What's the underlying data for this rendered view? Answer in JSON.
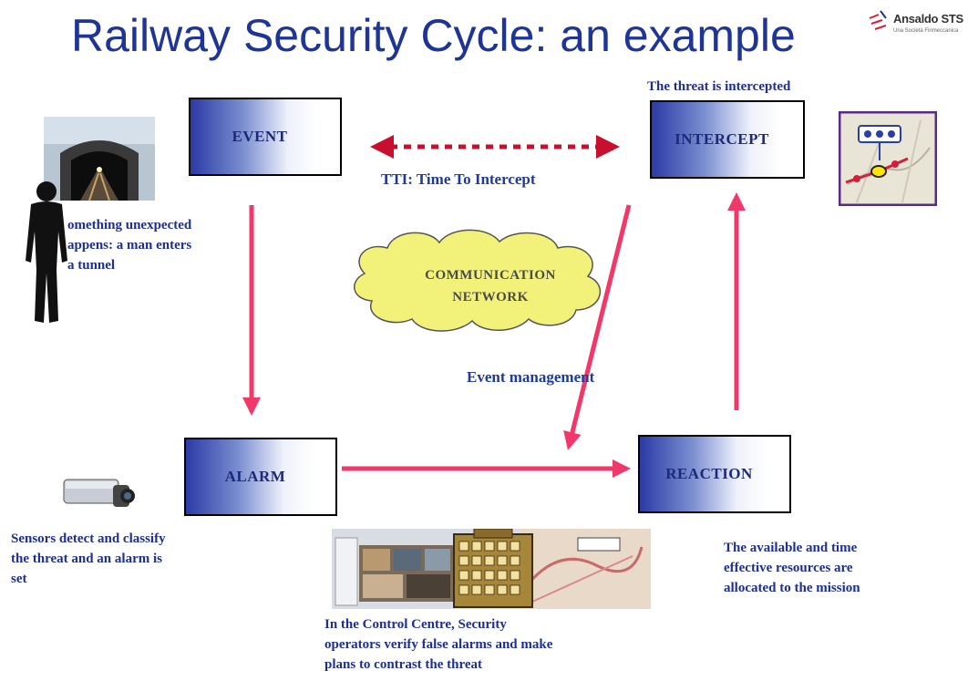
{
  "title": "Railway Security Cycle: an example",
  "logo": {
    "name": "Ansaldo STS",
    "tagline": "Una Società Finmeccanica"
  },
  "boxes": {
    "event": "EVENT",
    "intercept": "INTERCEPT",
    "alarm": "ALARM",
    "reaction": "REACTION"
  },
  "labels": {
    "threat_intercepted": "The threat is intercepted",
    "tti": "TTI: Time To Intercept",
    "communication_network": "COMMUNICATION\nNETWORK",
    "event_management": "Event management"
  },
  "descriptions": {
    "event": "omething unexpected\nappens: a man enters\na tunnel",
    "alarm": "Sensors detect and classify\nthe threat and an alarm is\nset",
    "control_centre": "In the Control Centre, Security\noperators verify false alarms and make\nplans to contrast the threat",
    "reaction": "The available and time\neffective resources are\nallocated to the mission"
  },
  "colors": {
    "title": "#1f3596",
    "box_dark": "#2c3aa6",
    "box_text": "#1d2a7a",
    "arrow": "#f0386a",
    "tti_arrow": "#c8102e",
    "cloud": "#f2f27a",
    "label_text": "#1e2f8f"
  },
  "icons": {
    "person": "person-silhouette-icon",
    "tunnel": "tunnel-photo-icon",
    "camera": "security-camera-icon",
    "map": "map-thumbnail-icon",
    "control_centre": "control-centre-image-icon",
    "logo_mark": "ansaldo-logo-mark-icon"
  }
}
